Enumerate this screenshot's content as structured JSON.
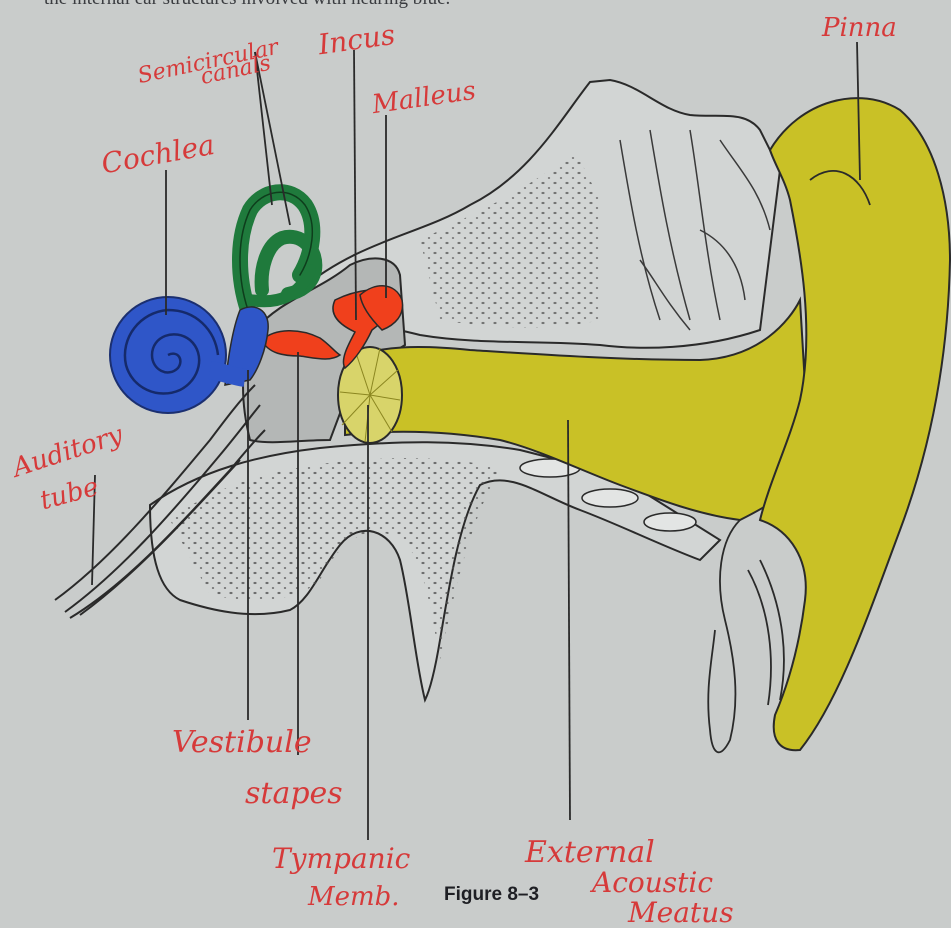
{
  "page": {
    "top_text": "the internal ear structures involved with hearing blue.",
    "caption": "Figure 8–3"
  },
  "labels": {
    "semicircular_canals": [
      "Semicircular",
      "canals"
    ],
    "incus": "Incus",
    "malleus": "Malleus",
    "pinna": "Pinna",
    "cochlea": "Cochlea",
    "auditory_tube": [
      "Auditory",
      "tube"
    ],
    "vestibule": "Vestibule",
    "stapes": "stapes",
    "tympanic_memb": [
      "Tympanic",
      "Memb."
    ],
    "external_acoustic_meatus": [
      "External",
      "Acoustic",
      "Meatus"
    ]
  },
  "colors": {
    "background": "#c9cccb",
    "handwriting": "#d63a3a",
    "cochlea_blue": "#2f56c8",
    "canals_green": "#1f7a3c",
    "ossicles_red": "#f0401c",
    "external_yellow": "#c9c126",
    "bone_gray": "#b9bcbb",
    "ink": "#2a2a2a"
  }
}
